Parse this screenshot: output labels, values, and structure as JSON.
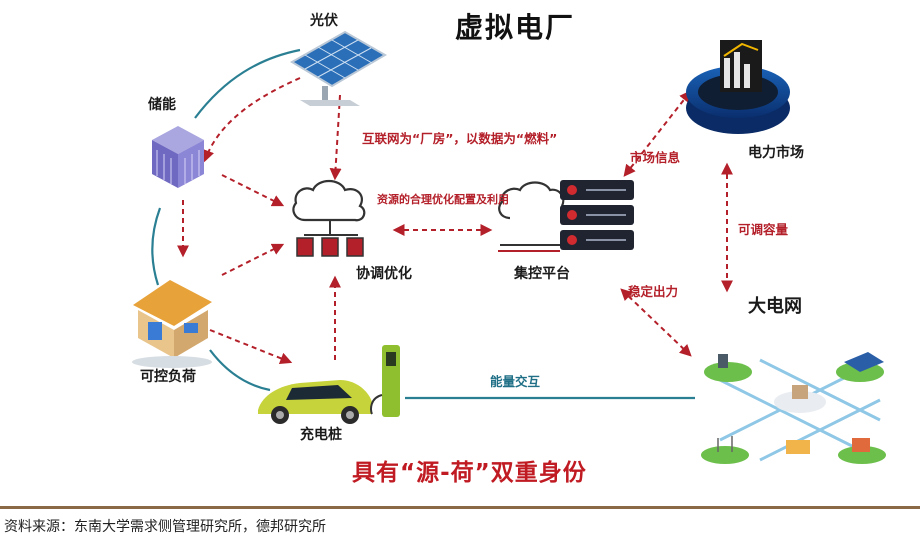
{
  "title": "虚拟电厂",
  "nodes": {
    "solar": "光伏",
    "storage": "储能",
    "load": "可控负荷",
    "charger": "充电桩",
    "coord": "协调优化",
    "platform": "集控平台",
    "market": "电力市场",
    "grid": "大电网"
  },
  "annotations": {
    "internet": "互联网为“厂房”，以数据为“燃料”",
    "resource": "资源的合理优化配置及利用",
    "market_info": "市场信息",
    "capacity": "可调容量",
    "stable": "稳定出力",
    "energy": "能量交互"
  },
  "identity": "具有“源-荷”双重身份",
  "source": "资料来源：东南大学需求侧管理研究所，德邦研究所",
  "colors": {
    "red": "#b4202a",
    "teal": "#1f6f86",
    "title": "#111111"
  }
}
